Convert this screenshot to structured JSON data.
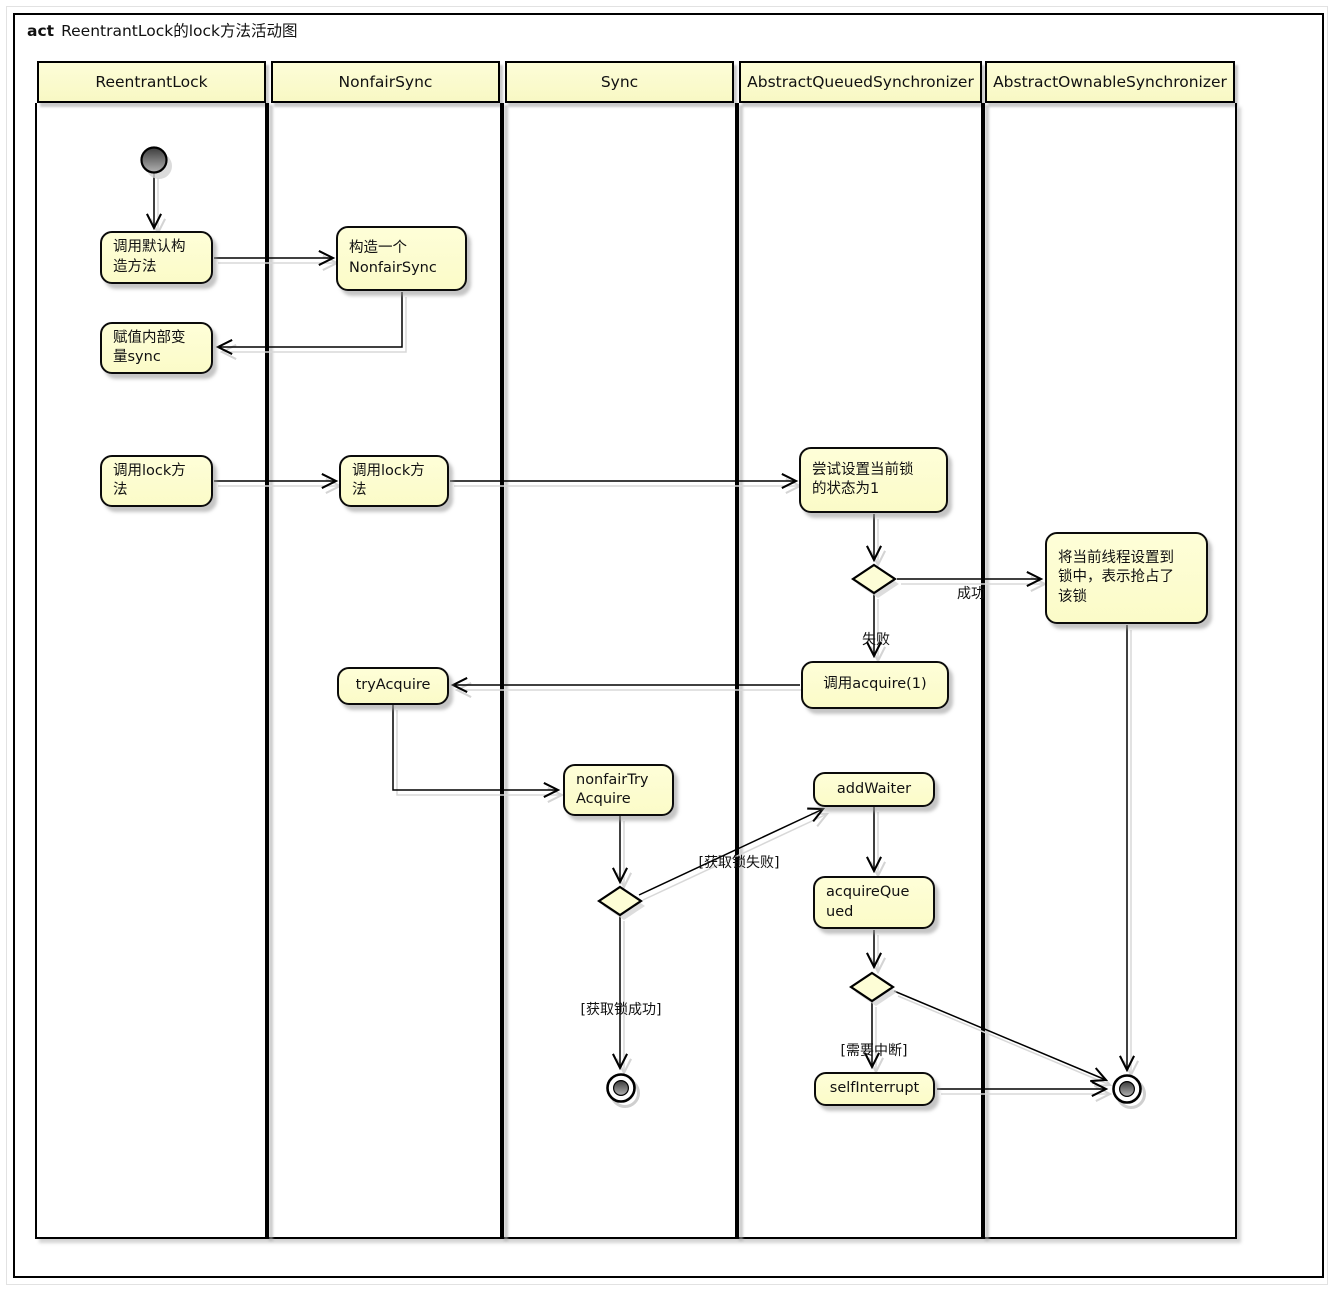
{
  "title": {
    "keyword": "act",
    "text": "ReentrantLock的lock方法活动图"
  },
  "lanes": [
    {
      "label": "ReentrantLock"
    },
    {
      "label": "NonfairSync"
    },
    {
      "label": "Sync"
    },
    {
      "label": "AbstractQueuedSynchronizer"
    },
    {
      "label": "AbstractOwnableSynchronizer"
    }
  ],
  "activities": {
    "call_default_constructor": "调用默认构\n造方法",
    "construct_nonfairsync": "构造一个\nNonfairSync",
    "assign_sync_field": "赋值内部变\n量sync",
    "call_lock_reentrantlock": "调用lock方\n法",
    "call_lock_nonfairsync": "调用lock方\n法",
    "try_set_lock_state": "尝试设置当前锁\n的状态为1",
    "set_current_thread_owner": "将当前线程设置到\n锁中，表示抢占了\n该锁",
    "call_acquire": "调用acquire(1)",
    "try_acquire": "tryAcquire",
    "nonfair_try_acquire": "nonfairTry\nAcquire",
    "add_waiter": "addWaiter",
    "acquire_queued": "acquireQue\nued",
    "self_interrupt": "selfInterrupt"
  },
  "edge_labels": {
    "success": "成功",
    "failure": "失败",
    "acquire_lock_failed": "[获取锁失败]",
    "acquire_lock_succeeded": "[获取锁成功]",
    "need_interrupt": "[需要中断]"
  },
  "colors": {
    "activity_fill": "#fdfdce",
    "header_fill": "#fbfbce",
    "border": "#000000",
    "edge_shadow": "#d4d4d4"
  }
}
